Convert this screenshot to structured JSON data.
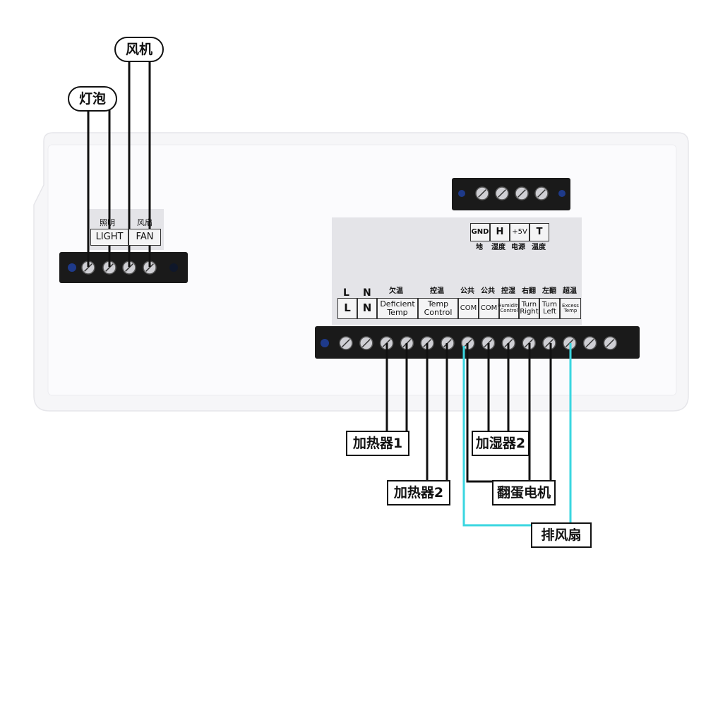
{
  "callouts": {
    "bulb": "灯泡",
    "fan": "风机",
    "heater1": "加热器1",
    "heater2": "加热器2",
    "humidifier2": "加湿器2",
    "egg_turning_motor": "翻蛋电机",
    "exhaust_fan": "排风扇"
  },
  "left_panel": {
    "cn_labels": [
      "照明",
      "风扇"
    ],
    "en_labels": [
      "LIGHT",
      "FAN"
    ]
  },
  "sensor_panel": {
    "terminals": [
      "GND",
      "H",
      "+5V",
      "T"
    ],
    "cn_labels": [
      "地",
      "湿度",
      "电源",
      "温度"
    ]
  },
  "main_panel": {
    "cn_labels": [
      "L",
      "N",
      "欠温",
      "控温",
      "公共",
      "公共",
      "控湿",
      "右翻",
      "左翻",
      "超温"
    ],
    "en_labels": [
      "L",
      "N",
      "Deficient Temp",
      "Temp Control",
      "COM",
      "COM",
      "Humidity Control",
      "Turn Right",
      "Turn Left",
      "Excess Temp"
    ]
  },
  "colors": {
    "wire_black": "#111111",
    "wire_cyan": "#3ad6e0",
    "terminal_block": "#1a1a1a",
    "panel": "#f7f7f9",
    "label_plate": "#e4e4e8"
  }
}
